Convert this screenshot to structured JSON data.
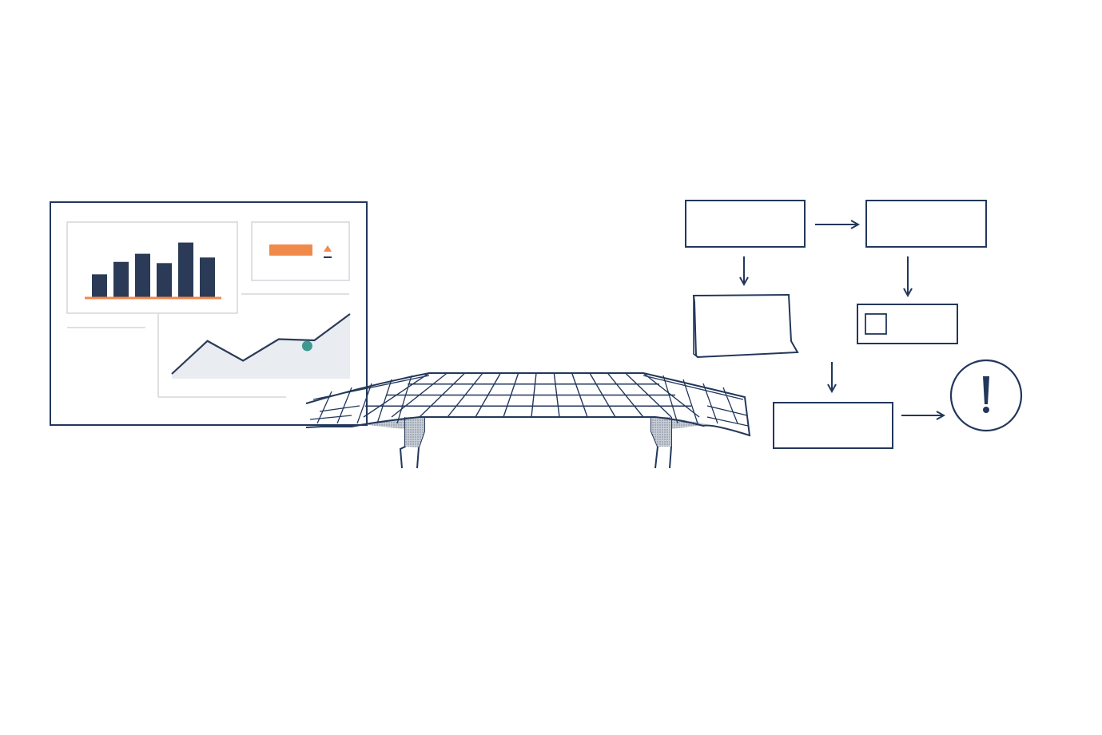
{
  "colors": {
    "navy": "#22375a",
    "bar_fill": "#2b3b57",
    "accent_orange": "#f08a4b",
    "teal_marker": "#3c9a91",
    "area_fill": "#e9ecf1",
    "panel_border": "#d3d6db",
    "hatch_gray": "#9aa3b0"
  },
  "dashboard": {
    "bar_chart": {
      "values": [
        0.38,
        0.58,
        0.71,
        0.56,
        0.89,
        0.65
      ]
    },
    "line_chart": {
      "points": [
        0.0,
        0.55,
        0.22,
        0.58,
        0.56,
        1.0
      ],
      "highlight_index": 4
    },
    "kpi_card": {
      "indicator_icon": "up-triangle-icon"
    }
  },
  "bridge": {
    "deck_columns": 12,
    "deck_rows": 3
  },
  "flow": {
    "alert_icon": "exclamation-icon",
    "checkbox_icon": "checkbox-square-icon",
    "nodes": [
      "node-1",
      "node-2",
      "node-3",
      "node-4",
      "node-5"
    ]
  }
}
